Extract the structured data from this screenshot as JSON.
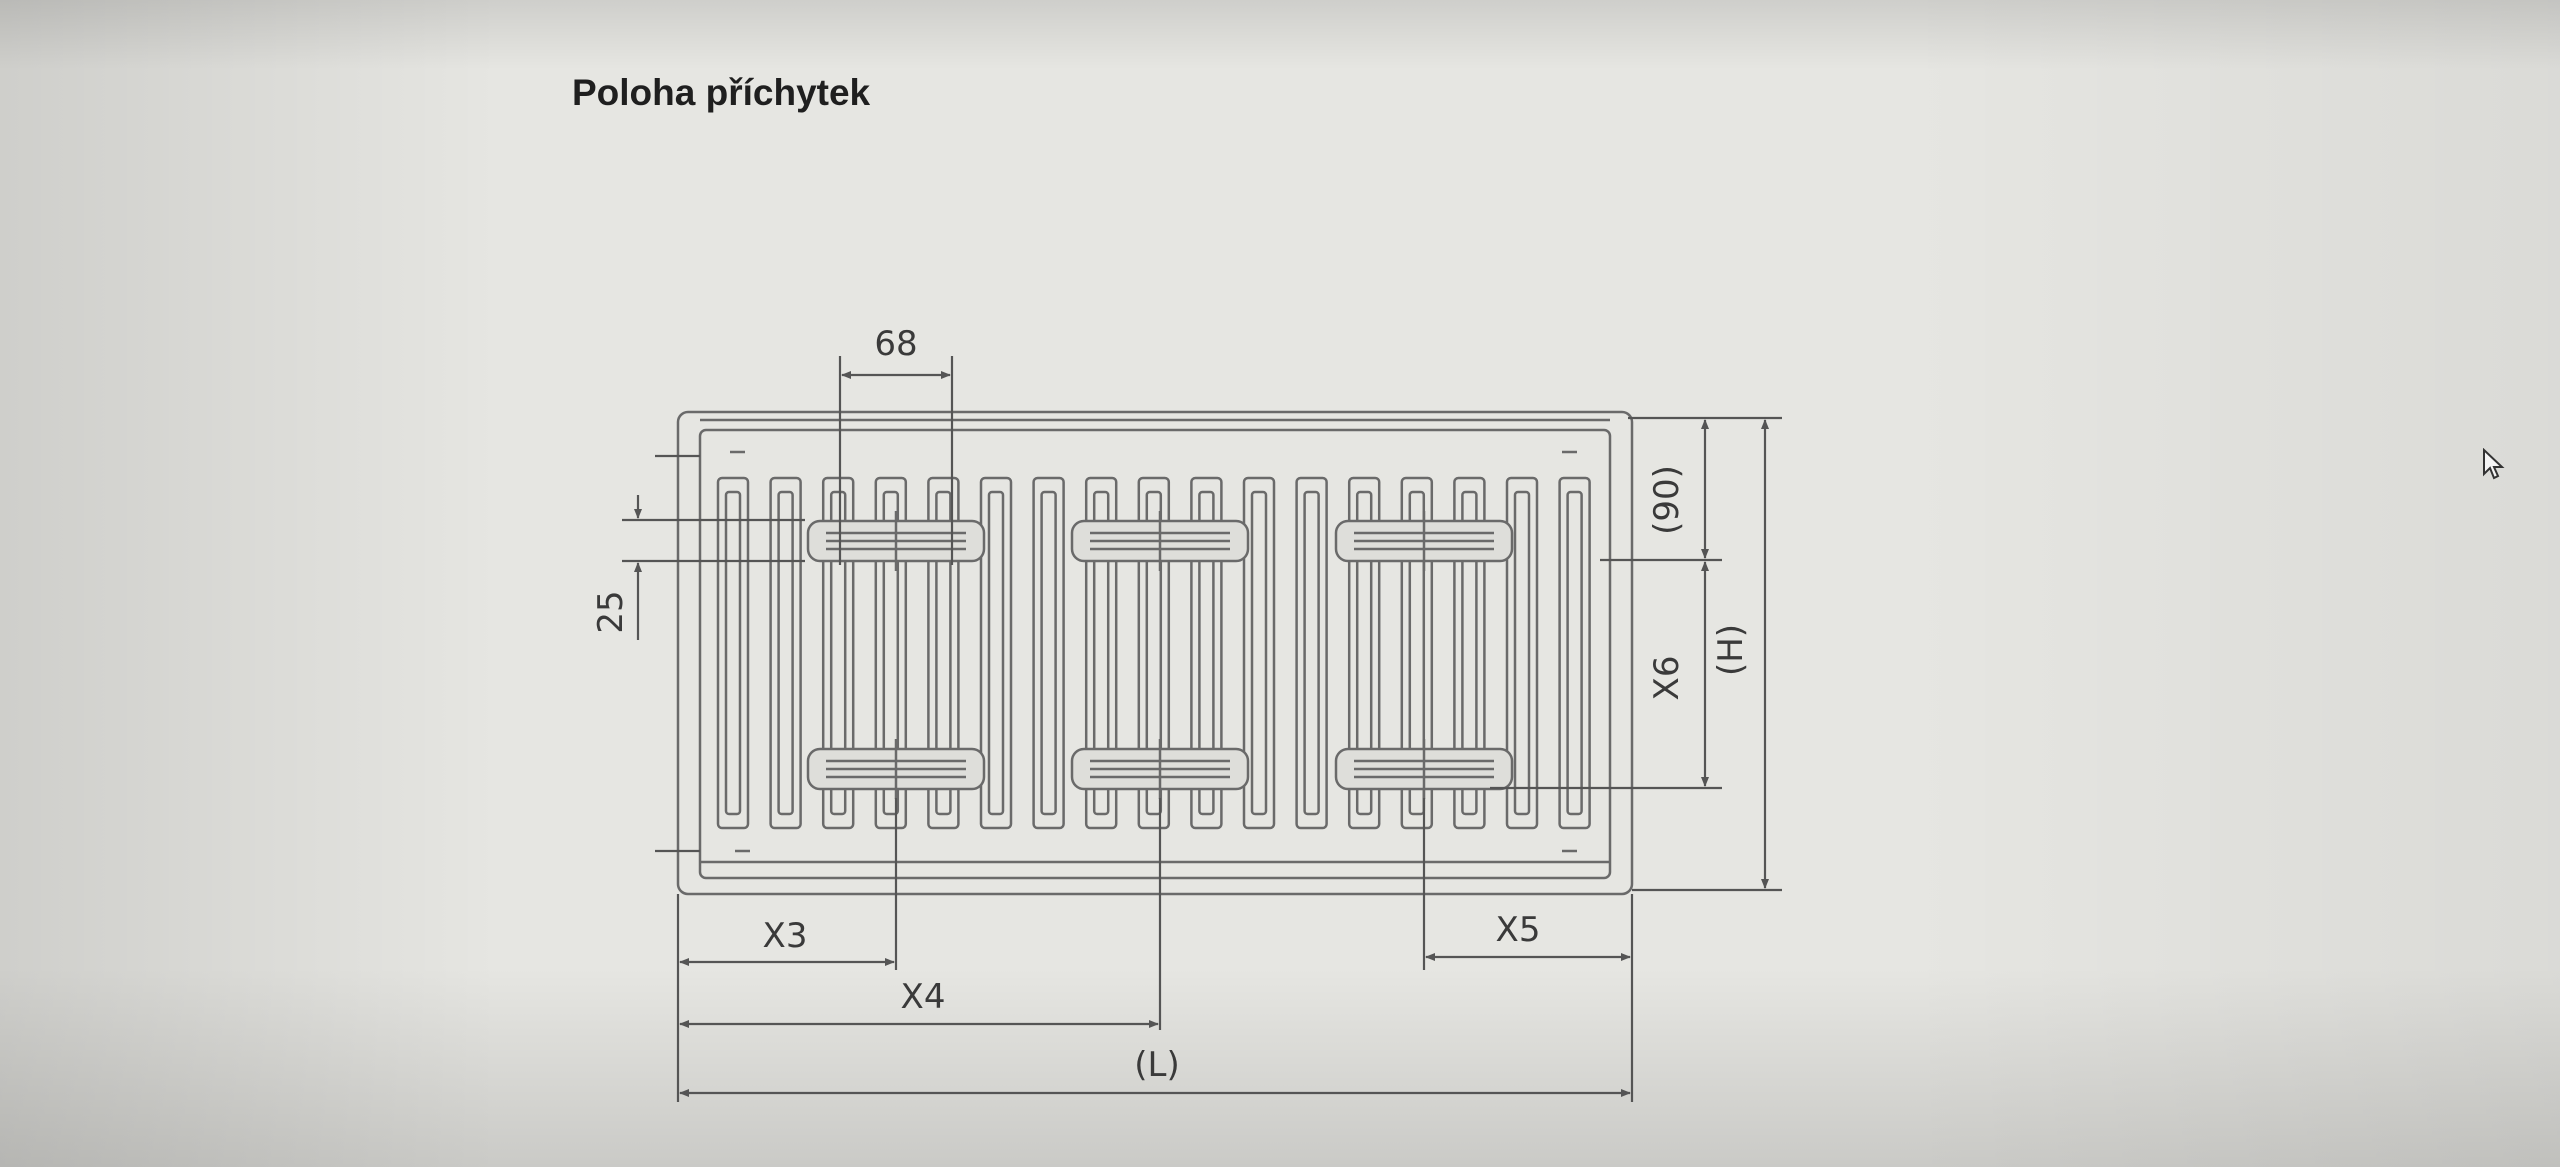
{
  "title": "Poloha příchytek",
  "dimensions": {
    "bracket_width": "68",
    "bracket_offset": "25",
    "x3": "X3",
    "x4": "X4",
    "x5": "X5",
    "x6": "X6",
    "length": "(L)",
    "height": "(H)",
    "top_offset": "(90)"
  },
  "colors": {
    "background": "#e6e6e2",
    "line": "#6a6a6a",
    "text": "#1f1f1f"
  },
  "icons": [
    "mouse-pointer-icon"
  ]
}
